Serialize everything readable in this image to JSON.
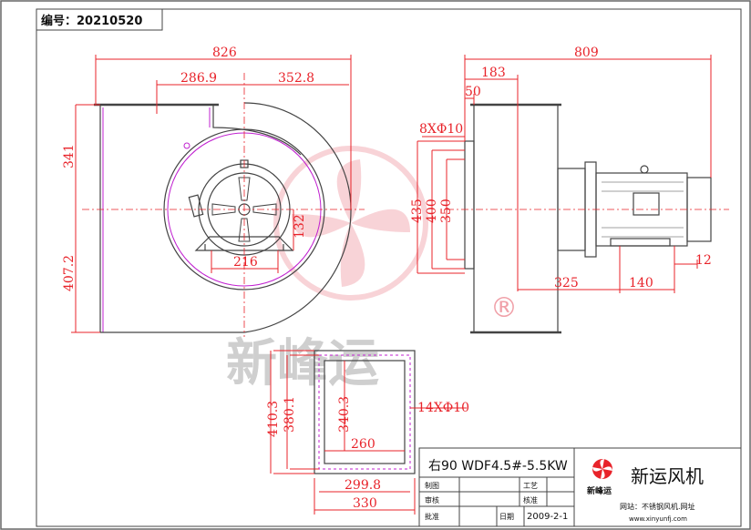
{
  "header": {
    "drawing_number": "编号：20210520"
  },
  "front_view": {
    "dims": {
      "overall_width": "826",
      "left": "286.9",
      "right": "352.8",
      "upper_height": "341",
      "lower_height": "407.2",
      "motor_base_height": "132",
      "motor_base_width": "216"
    }
  },
  "side_view": {
    "dims": {
      "inlet_offset": "183",
      "overall_length": "809",
      "flange_thickness": "50",
      "bolt_holes": "8XΦ10",
      "flange_outer": "435",
      "bolt_circle": "400",
      "inlet_dia": "350",
      "base_offset": "325",
      "base_span": "140",
      "base_hole": "12"
    }
  },
  "outlet_view": {
    "dims": {
      "outer_height": "410.3",
      "bolt_height": "380.1",
      "inner_height": "340.3",
      "inner_width": "260",
      "bolt_width": "299.8",
      "outer_width": "330",
      "bolt_holes": "14XΦ10"
    }
  },
  "watermark": {
    "text": "新峰运",
    "registered": "®"
  },
  "title_block": {
    "model": "右90 WDF4.5#-5.5KW",
    "labels": {
      "drawn": "制图",
      "process": "工艺",
      "check": "审核",
      "approve": "核准",
      "batch": "批准",
      "date": "日期"
    },
    "date": "2009-2-1",
    "company": "新运风机",
    "logo_text": "新峰运",
    "website_label": "网站：不锈钢风机.网址",
    "website": "www.xinyunfj.com"
  },
  "colors": {
    "dimension": "#e8232a",
    "outline": "#444444",
    "hidden": "#c020d0",
    "watermark": "#f0a0a8"
  }
}
